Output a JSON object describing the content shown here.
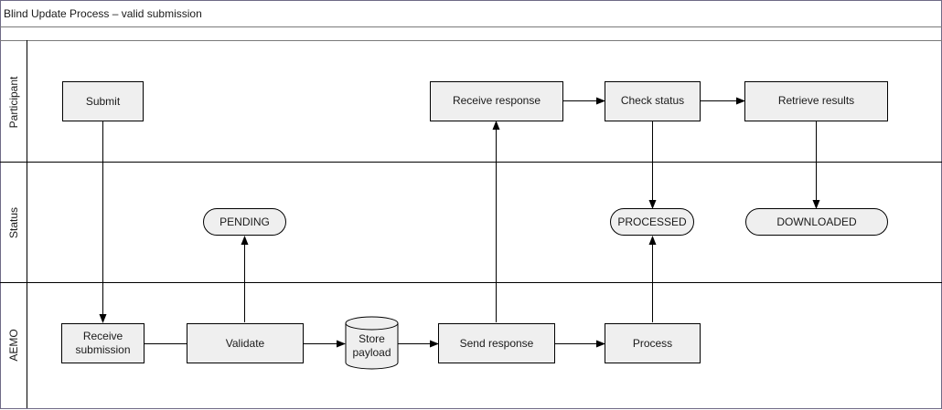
{
  "title": "Blind Update Process – valid submission",
  "lanes": {
    "participant": "Participant",
    "status": "Status",
    "aemo": "AEMO"
  },
  "nodes": {
    "submit": "Submit",
    "receive_response": "Receive response",
    "check_status": "Check status",
    "retrieve_results": "Retrieve results",
    "pending": "PENDING",
    "processed": "PROCESSED",
    "downloaded": "DOWNLOADED",
    "receive_submission_1": "Receive",
    "receive_submission_2": "submission",
    "validate": "Validate",
    "store_payload_1": "Store",
    "store_payload_2": "payload",
    "send_response": "Send response",
    "process": "Process"
  }
}
